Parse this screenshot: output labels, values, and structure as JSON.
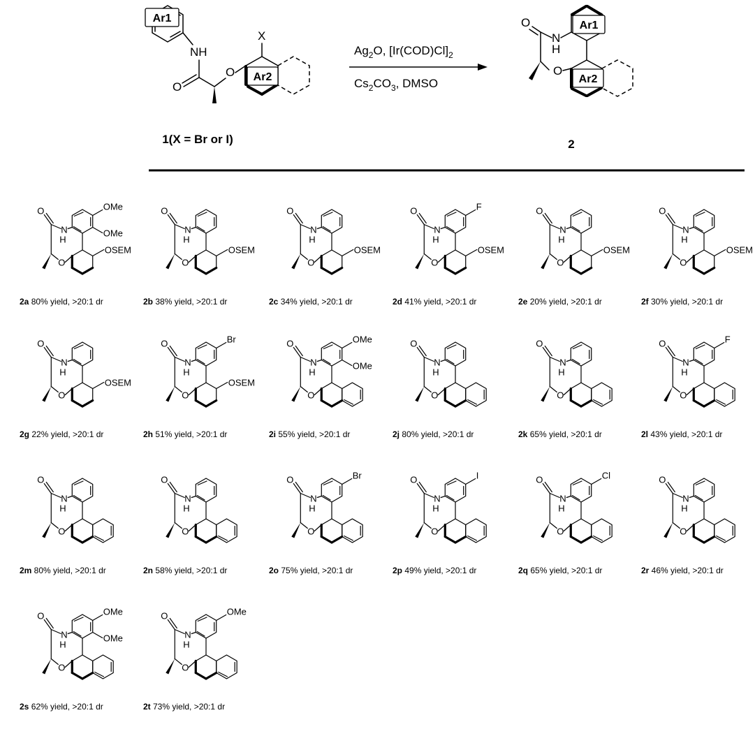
{
  "scheme": {
    "substrate": {
      "ar1": "Ar1",
      "ar2": "Ar2",
      "nh": "NH",
      "o_carbonyl": "O",
      "o_ether": "O",
      "x": "X",
      "label": "1(X = Br or I)"
    },
    "conditions": {
      "line1_a": "Ag",
      "line1_sub": "2",
      "line1_b": "O, [Ir(COD)Cl]",
      "line1_sub2": "2",
      "line2_a": "Cs",
      "line2_sub": "2",
      "line2_b": "CO",
      "line2_sub2": "3",
      "line2_c": ", DMSO"
    },
    "product": {
      "ar1": "Ar1",
      "ar2": "Ar2",
      "o_carbonyl": "O",
      "n": "N",
      "h": "H",
      "o_ether": "O",
      "label": "2"
    }
  },
  "compounds": [
    {
      "id": "2a",
      "yield": "80% yield, >20:1 dr",
      "subs": [
        "OMe",
        "OMe",
        "OSEM"
      ]
    },
    {
      "id": "2b",
      "yield": "38% yield, >20:1 dr",
      "subs": [
        "OSEM"
      ]
    },
    {
      "id": "2c",
      "yield": "34% yield, >20:1 dr",
      "subs": [
        "OSEM"
      ]
    },
    {
      "id": "2d",
      "yield": "41% yield, >20:1 dr",
      "subs": [
        "F",
        "OSEM"
      ]
    },
    {
      "id": "2e",
      "yield": "20% yield, >20:1 dr",
      "subs": [
        "OSEM"
      ]
    },
    {
      "id": "2f",
      "yield": "30% yield, >20:1 dr",
      "subs": [
        "OSEM"
      ]
    },
    {
      "id": "2g",
      "yield": "22% yield, >20:1 dr",
      "subs": [
        "OSEM"
      ]
    },
    {
      "id": "2h",
      "yield": "51% yield, >20:1 dr",
      "subs": [
        "Br",
        "OSEM"
      ]
    },
    {
      "id": "2i",
      "yield": "55% yield, >20:1 dr",
      "subs": [
        "OMe",
        "OMe"
      ]
    },
    {
      "id": "2j",
      "yield": "80% yield, >20:1 dr",
      "subs": []
    },
    {
      "id": "2k",
      "yield": "65% yield, >20:1 dr",
      "subs": []
    },
    {
      "id": "2l",
      "yield": "43% yield, >20:1 dr",
      "subs": [
        "F"
      ]
    },
    {
      "id": "2m",
      "yield": "80% yield, >20:1 dr",
      "subs": []
    },
    {
      "id": "2n",
      "yield": "58% yield, >20:1 dr",
      "subs": []
    },
    {
      "id": "2o",
      "yield": "75% yield, >20:1 dr",
      "subs": [
        "Br"
      ]
    },
    {
      "id": "2p",
      "yield": "49% yield, >20:1 dr",
      "subs": [
        "I"
      ]
    },
    {
      "id": "2q",
      "yield": "65% yield, >20:1 dr",
      "subs": [
        "Cl"
      ]
    },
    {
      "id": "2r",
      "yield": "46% yield, >20:1 dr",
      "subs": []
    },
    {
      "id": "2s",
      "yield": "62% yield, >20:1 dr",
      "subs": [
        "OMe",
        "OMe"
      ]
    },
    {
      "id": "2t",
      "yield": "73% yield, >20:1 dr",
      "subs": [
        "OMe"
      ]
    }
  ],
  "atoms": {
    "o": "O",
    "n": "N",
    "h": "H"
  }
}
